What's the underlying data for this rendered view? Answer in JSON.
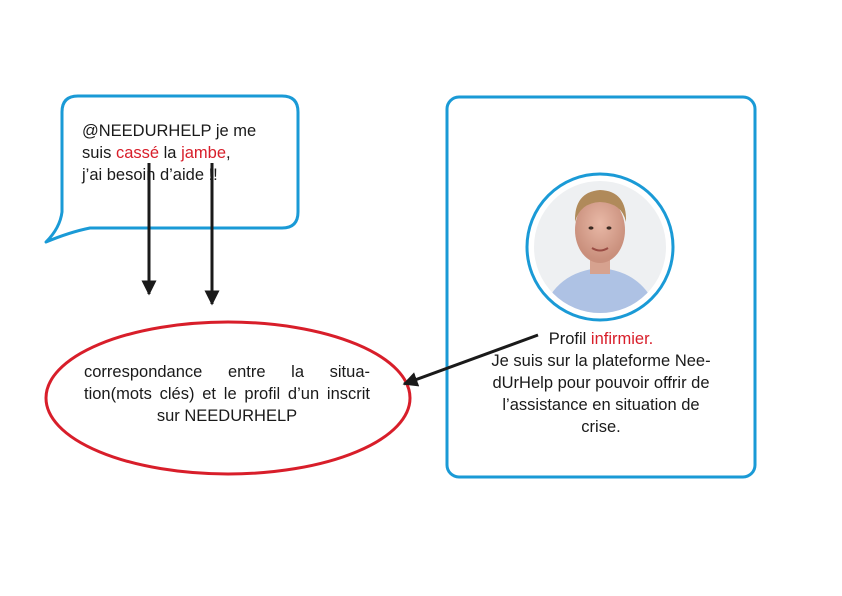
{
  "bubble": {
    "handle": "@NEEDURHELP je me",
    "line2_pre": "suis ",
    "word1": "cassé",
    "line2_mid": " la ",
    "word2": "jambe",
    "line2_post": ",",
    "line3": "j’ai besoin d’aide !!"
  },
  "match": {
    "text": "correspondance entre la situa-tion(mots clés) et le profil d’un inscrit sur NEEDURHELP"
  },
  "profile": {
    "label": "Profil ",
    "role": "infirmier.",
    "description_lines": [
      "Je suis sur la plateforme Nee-",
      "dUrHelp pour pouvoir offrir de",
      "l’assistance en situation de",
      "crise."
    ]
  },
  "colors": {
    "bubble_border": "#1a9ad6",
    "card_border": "#1a9ad6",
    "ellipse_border": "#d81e2a",
    "highlight": "#d81e2a",
    "arrow": "#1a1a1a"
  }
}
